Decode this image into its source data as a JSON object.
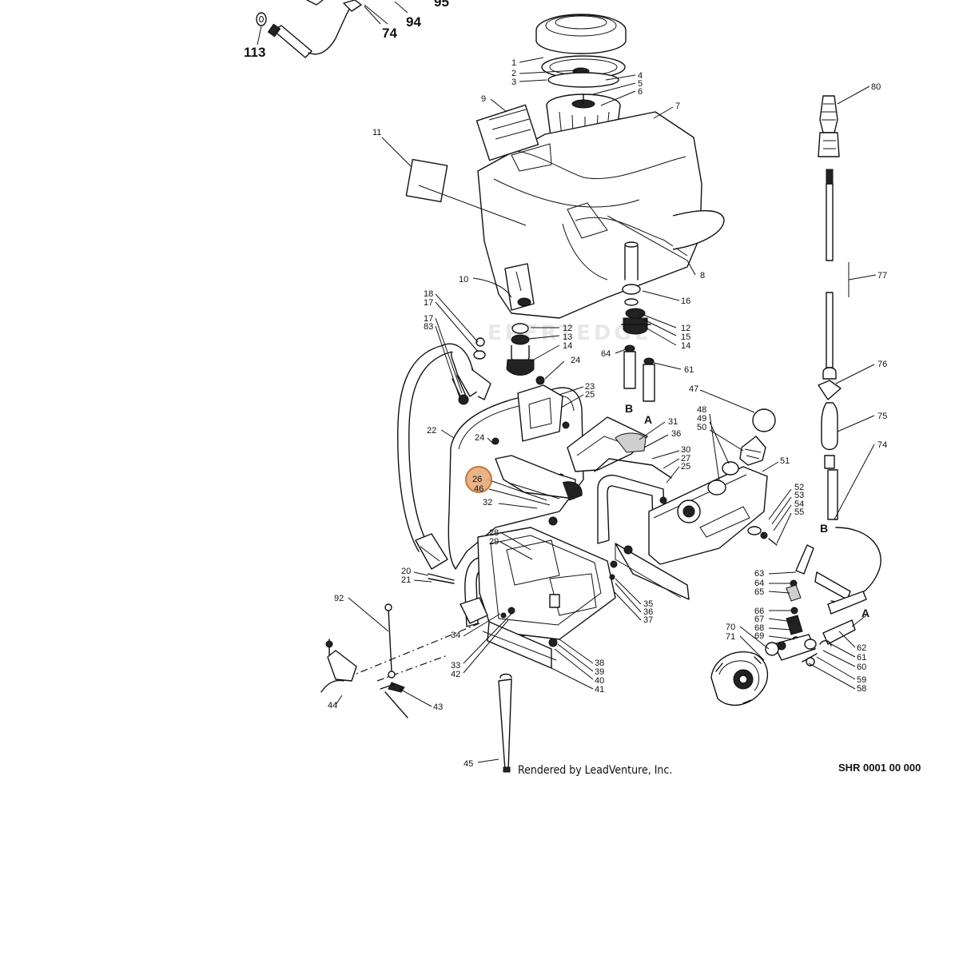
{
  "diagram": {
    "drawing_code": "SHR 0001 00 000",
    "credit": "Rendered by LeadVenture, Inc.",
    "watermark": "EPERTEDGE",
    "highlight_color": "#e4a671",
    "selected_callout": "26",
    "callouts": [
      {
        "id": "c113",
        "text": "113",
        "size": "big"
      },
      {
        "id": "c74top",
        "text": "74",
        "size": "big"
      },
      {
        "id": "c94",
        "text": "94",
        "size": "big"
      },
      {
        "id": "c95",
        "text": "95",
        "size": "big"
      },
      {
        "id": "c1",
        "text": "1"
      },
      {
        "id": "c2",
        "text": "2"
      },
      {
        "id": "c3",
        "text": "3"
      },
      {
        "id": "c4",
        "text": "4"
      },
      {
        "id": "c5",
        "text": "5"
      },
      {
        "id": "c6",
        "text": "6"
      },
      {
        "id": "c7",
        "text": "7"
      },
      {
        "id": "c8",
        "text": "8"
      },
      {
        "id": "c9",
        "text": "9"
      },
      {
        "id": "c10",
        "text": "10"
      },
      {
        "id": "c11",
        "text": "11"
      },
      {
        "id": "c12a",
        "text": "12"
      },
      {
        "id": "c13a",
        "text": "13"
      },
      {
        "id": "c14a",
        "text": "14"
      },
      {
        "id": "c16",
        "text": "16"
      },
      {
        "id": "c12b",
        "text": "12"
      },
      {
        "id": "c15",
        "text": "15"
      },
      {
        "id": "c14b",
        "text": "14"
      },
      {
        "id": "c18",
        "text": "18"
      },
      {
        "id": "c17a",
        "text": "17"
      },
      {
        "id": "c17b",
        "text": "17"
      },
      {
        "id": "c83",
        "text": "83"
      },
      {
        "id": "c64a",
        "text": "64"
      },
      {
        "id": "c61a",
        "text": "61"
      },
      {
        "id": "cB1",
        "text": "B"
      },
      {
        "id": "cA1",
        "text": "A"
      },
      {
        "id": "c24a",
        "text": "24"
      },
      {
        "id": "c23",
        "text": "23"
      },
      {
        "id": "c25a",
        "text": "25"
      },
      {
        "id": "c47",
        "text": "47"
      },
      {
        "id": "c48",
        "text": "48"
      },
      {
        "id": "c49",
        "text": "49"
      },
      {
        "id": "c50",
        "text": "50"
      },
      {
        "id": "c31",
        "text": "31"
      },
      {
        "id": "c36a",
        "text": "36"
      },
      {
        "id": "c22",
        "text": "22"
      },
      {
        "id": "c24b",
        "text": "24"
      },
      {
        "id": "c30",
        "text": "30"
      },
      {
        "id": "c27",
        "text": "27"
      },
      {
        "id": "c25b",
        "text": "25"
      },
      {
        "id": "c51",
        "text": "51"
      },
      {
        "id": "c26",
        "text": "26"
      },
      {
        "id": "c46",
        "text": "46"
      },
      {
        "id": "c32a",
        "text": "32"
      },
      {
        "id": "c52",
        "text": "52"
      },
      {
        "id": "c53",
        "text": "53"
      },
      {
        "id": "c54",
        "text": "54"
      },
      {
        "id": "c55",
        "text": "55"
      },
      {
        "id": "c28",
        "text": "28"
      },
      {
        "id": "c29",
        "text": "29"
      },
      {
        "id": "c20",
        "text": "20"
      },
      {
        "id": "c21",
        "text": "21"
      },
      {
        "id": "c92",
        "text": "92"
      },
      {
        "id": "c35",
        "text": "35"
      },
      {
        "id": "c36b",
        "text": "36"
      },
      {
        "id": "c37",
        "text": "37"
      },
      {
        "id": "c34",
        "text": "34"
      },
      {
        "id": "c33",
        "text": "33"
      },
      {
        "id": "c42",
        "text": "42"
      },
      {
        "id": "c38",
        "text": "38"
      },
      {
        "id": "c39",
        "text": "39"
      },
      {
        "id": "c40",
        "text": "40"
      },
      {
        "id": "c41",
        "text": "41"
      },
      {
        "id": "c44",
        "text": "44"
      },
      {
        "id": "c43",
        "text": "43"
      },
      {
        "id": "c45",
        "text": "45"
      },
      {
        "id": "c80",
        "text": "80"
      },
      {
        "id": "c77",
        "text": "77"
      },
      {
        "id": "c76",
        "text": "76"
      },
      {
        "id": "c75",
        "text": "75"
      },
      {
        "id": "c74b",
        "text": "74"
      },
      {
        "id": "cB2",
        "text": "B"
      },
      {
        "id": "c63",
        "text": "63"
      },
      {
        "id": "c64b",
        "text": "64"
      },
      {
        "id": "c65",
        "text": "65"
      },
      {
        "id": "c66",
        "text": "66"
      },
      {
        "id": "c67",
        "text": "67"
      },
      {
        "id": "c68",
        "text": "68"
      },
      {
        "id": "c69",
        "text": "69"
      },
      {
        "id": "c70",
        "text": "70"
      },
      {
        "id": "c71",
        "text": "71"
      },
      {
        "id": "cA2",
        "text": "A"
      },
      {
        "id": "c62",
        "text": "62"
      },
      {
        "id": "c61b",
        "text": "61"
      },
      {
        "id": "c60",
        "text": "60"
      },
      {
        "id": "c59",
        "text": "59"
      },
      {
        "id": "c58",
        "text": "58"
      }
    ]
  }
}
